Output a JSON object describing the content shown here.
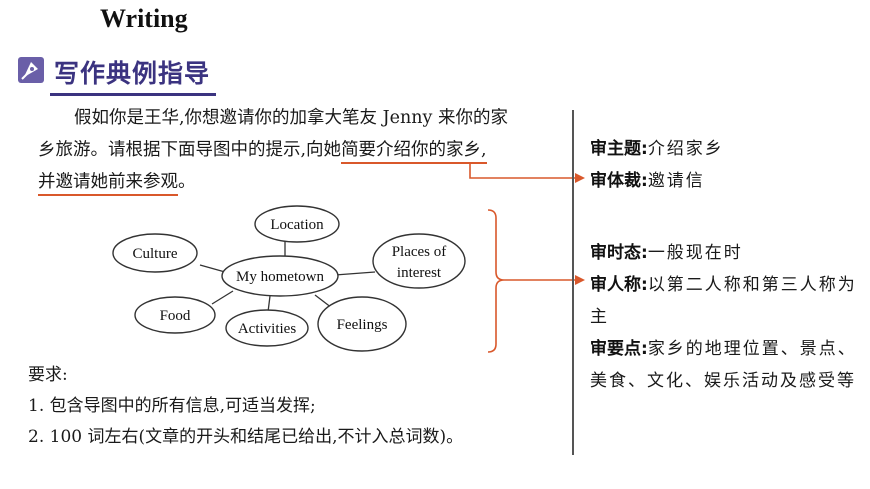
{
  "heading": "Writing",
  "section_title": "写作典例指导",
  "prompt": {
    "line1": "假如你是王华,你想邀请你的加拿大笔友 Jenny 来你的家",
    "line2_a": "乡旅游。请根据下面导图中的提示,向她",
    "line2_b": "简要介绍你的家乡,",
    "line3_a": "并邀请她前来参观",
    "line3_b": "。"
  },
  "mindmap": {
    "center": "My hometown",
    "nodes": [
      "Location",
      "Culture",
      "Places of",
      "interest",
      "Food",
      "Activities",
      "Feelings"
    ]
  },
  "requirements": {
    "title": "要求:",
    "item1": "1. 包含导图中的所有信息,可适当发挥;",
    "item2": "2. 100 词左右(文章的开头和结尾已给出,不计入总词数)。"
  },
  "analysis": {
    "theme_label": "审主题:",
    "theme_value": "介绍家乡",
    "genre_label": "审体裁:",
    "genre_value": "邀请信",
    "tense_label": "审时态:",
    "tense_value": "一般现在时",
    "person_label": "审人称:",
    "person_value": "以第二人称和第三人称为主",
    "points_label": "审要点:",
    "points_value": "家乡的地理位置、景点、美食、文化、娱乐活动及感受等"
  },
  "colors": {
    "accent": "#d9582b",
    "brand": "#3b3380",
    "icon_bg": "#6a5fa8"
  }
}
